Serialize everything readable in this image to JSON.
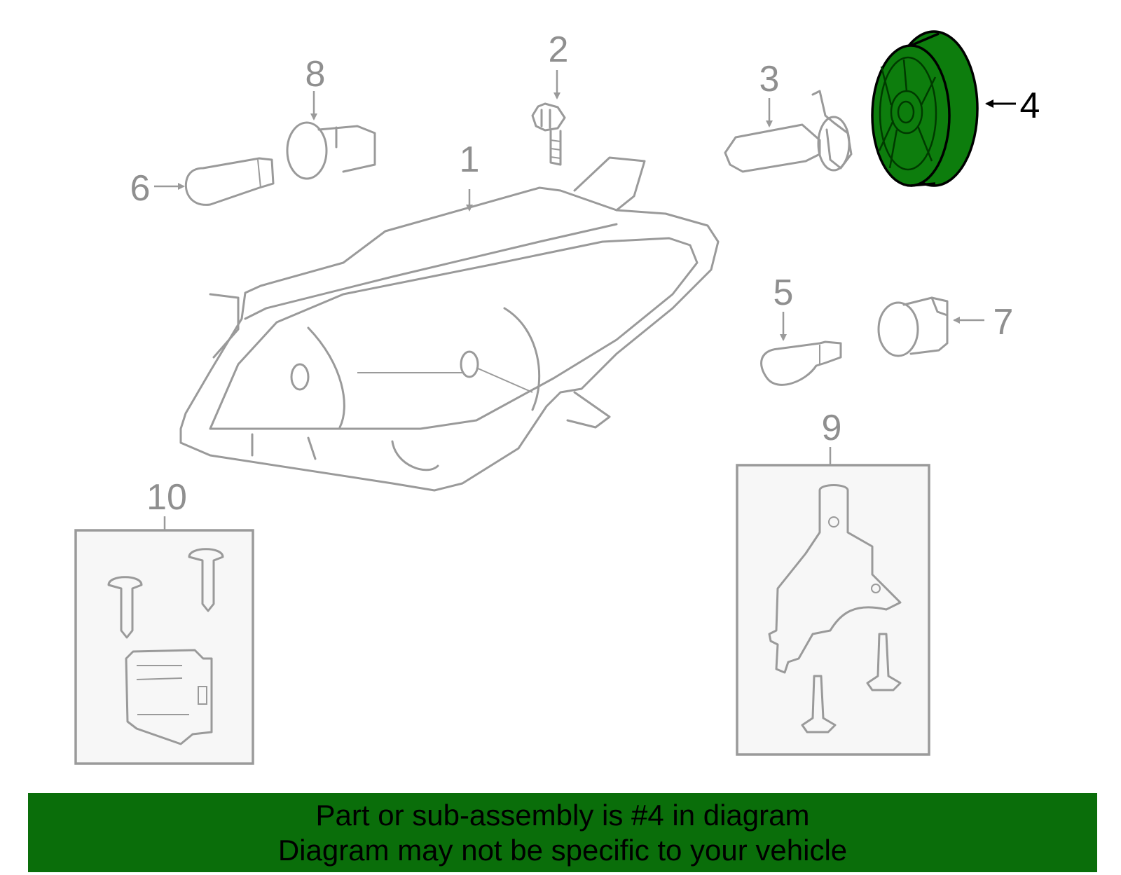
{
  "diagram": {
    "callouts": [
      "1",
      "2",
      "3",
      "4",
      "5",
      "6",
      "7",
      "8",
      "9",
      "10"
    ],
    "highlighted_part": "4",
    "highlight_color": "#0a7a0a",
    "parts": [
      {
        "number": "1",
        "icon": "headlamp-assembly-icon"
      },
      {
        "number": "2",
        "icon": "bolt-icon"
      },
      {
        "number": "3",
        "icon": "headlamp-bulb-icon"
      },
      {
        "number": "4",
        "icon": "bulb-cover-cap-icon"
      },
      {
        "number": "5",
        "icon": "turn-signal-bulb-icon"
      },
      {
        "number": "6",
        "icon": "wedge-bulb-icon"
      },
      {
        "number": "7",
        "icon": "bulb-socket-icon"
      },
      {
        "number": "8",
        "icon": "bulb-socket-icon"
      },
      {
        "number": "9",
        "icon": "mounting-bracket-kit-icon"
      },
      {
        "number": "10",
        "icon": "repair-kit-icon"
      }
    ]
  },
  "banner": {
    "line1": "Part or sub-assembly is #4 in diagram",
    "line2": "Diagram may not be specific to your vehicle",
    "background": "#0a6e0a"
  }
}
